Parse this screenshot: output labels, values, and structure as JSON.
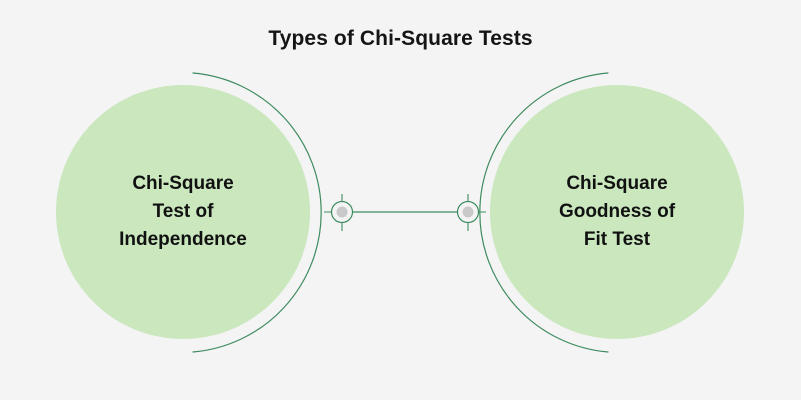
{
  "title": "Types of Chi-Square Tests",
  "theme": {
    "background": "#f4f4f4",
    "circle_fill": "#cae7be",
    "arc_stroke": "#3d8b5f",
    "connector_stroke": "#3d8b5f",
    "node_dot_fill": "#c9c9c9",
    "title_color": "#151515",
    "label_color": "#111111"
  },
  "nodes": [
    {
      "id": "chi-square-test-of-independence",
      "label": "Chi-Square\nTest of\nIndependence",
      "lines": [
        "Chi-Square",
        "Test of",
        "Independence"
      ],
      "side": "left"
    },
    {
      "id": "chi-square-goodness-of-fit-test",
      "label": "Chi-Square\nGoodness of\nFit Test",
      "lines": [
        "Chi-Square",
        "Goodness of",
        "Fit Test"
      ],
      "side": "right"
    }
  ],
  "connector": {
    "description": "horizontal link joining the two circle connector nodes",
    "left_node_label": "",
    "right_node_label": ""
  }
}
